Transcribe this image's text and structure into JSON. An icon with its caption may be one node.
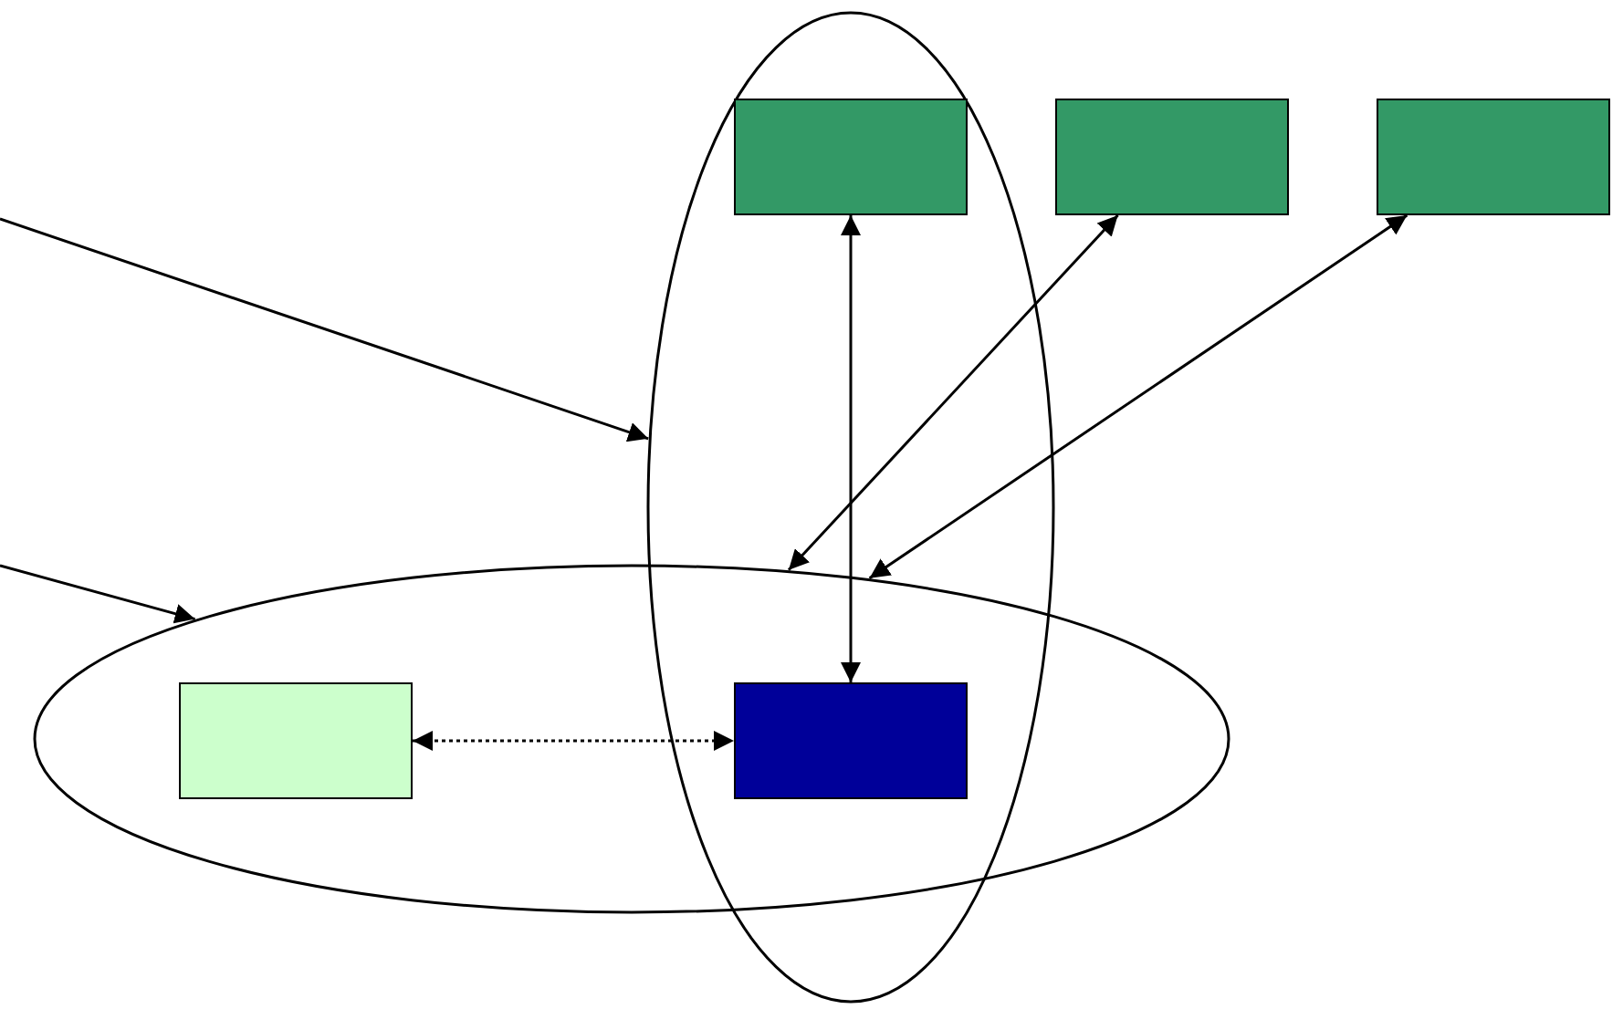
{
  "diagram": {
    "nodes": [
      {
        "text": [],
        "shape": "ellipse"
      },
      {
        "text": [],
        "shape": "box",
        "in": 0
      },
      {
        "text": [],
        "shape": "box"
      },
      {
        "text": [],
        "shape": "box"
      },
      {
        "text": [],
        "shape": "ellipse"
      },
      {
        "text": [],
        "shape": "box",
        "in": 4
      },
      {
        "text": [],
        "shape": "box"
      }
    ],
    "edges": [
      {
        "from": null,
        "to": 0,
        "arrow": "to"
      },
      {
        "from": null,
        "to": 4,
        "arrow": "to"
      },
      {
        "from": 1,
        "to": 6,
        "arrow": "both"
      },
      {
        "from": 2,
        "to": 4,
        "arrow": "both"
      },
      {
        "from": 3,
        "to": 4,
        "arrow": "both"
      },
      {
        "from": 5,
        "to": 6,
        "arrow": "both",
        "style": "dashed"
      }
    ]
  }
}
